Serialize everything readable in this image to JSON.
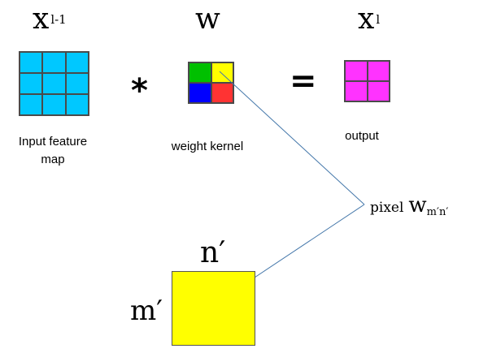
{
  "symbols": {
    "input_symbol": "x",
    "input_sup": "l-1",
    "weight_symbol": "w",
    "output_symbol": "x",
    "output_sup": "l"
  },
  "operators": {
    "convolve": "*",
    "equals": "="
  },
  "labels": {
    "input_line1": "Input feature",
    "input_line2": "map",
    "weight": "weight kernel",
    "output": "output"
  },
  "pixel_callout": {
    "text": "pixel",
    "symbol": "w",
    "subscript": "m′n′"
  },
  "zoom_labels": {
    "top": "n′",
    "left": "m′"
  },
  "colors": {
    "input_grid": "#00c8ff",
    "kernel_tl": "#00c000",
    "kernel_tr": "#ffff00",
    "kernel_bl": "#0000ff",
    "kernel_br": "#ff3333",
    "output_grid": "#ff33ff",
    "zoom_square": "#ffff00",
    "leader_line": "#4477aa"
  }
}
